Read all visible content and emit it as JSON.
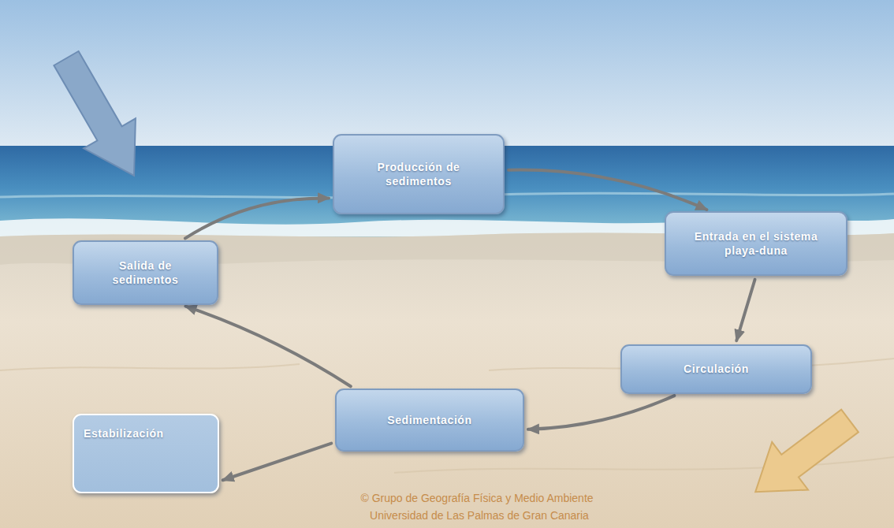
{
  "diagram": {
    "nodes": [
      {
        "text": [
          "Producción de sedimentos"
        ]
      },
      {
        "text": [
          "Entrada en el sistema playa-duna"
        ]
      },
      {
        "text": [
          "Circulación"
        ]
      },
      {
        "text": [
          "Sedimentación"
        ]
      },
      {
        "text": [
          "Salida de sedimentos"
        ]
      },
      {
        "text": [
          "Estabilización"
        ]
      }
    ],
    "edges": [
      {
        "from": 0,
        "to": 1,
        "arrow": "to"
      },
      {
        "from": 1,
        "to": 2,
        "arrow": "to"
      },
      {
        "from": 2,
        "to": 3,
        "arrow": "to"
      },
      {
        "from": 3,
        "to": 4,
        "arrow": "to"
      },
      {
        "from": 4,
        "to": 0,
        "arrow": "to"
      },
      {
        "from": 3,
        "to": 5,
        "arrow": "to"
      }
    ],
    "labels": [
      "© Grupo de Geografía Física y Medio Ambiente",
      "Universidad de Las Palmas de Gran Canaria"
    ]
  }
}
